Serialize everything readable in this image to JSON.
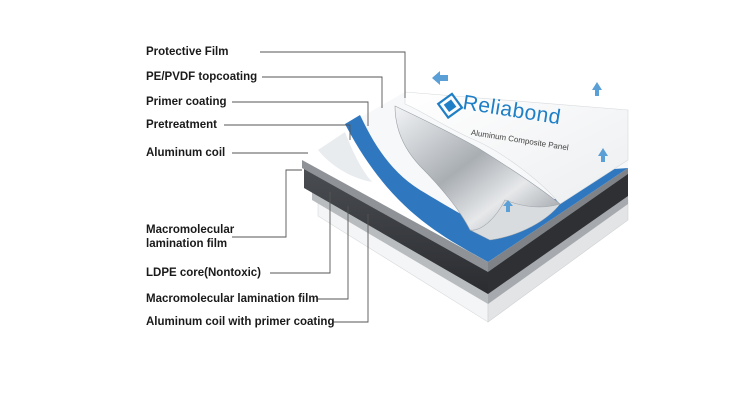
{
  "labels": {
    "protective_film": "Protective Film",
    "pe_pvdf_topcoating": "PE/PVDF topcoating",
    "primer_coating": "Primer coating",
    "pretreatment": "Pretreatment",
    "aluminum_coil": "Aluminum coil",
    "macromolecular_lamination_film_1_line1": "Macromolecular",
    "macromolecular_lamination_film_1_line2": "lamination film",
    "ldpe_core": "LDPE core(Nontoxic)",
    "macromolecular_lamination_film_2": "Macromolecular lamination film",
    "aluminum_coil_primer": "Aluminum coil with primer coating"
  },
  "brand": {
    "name": "Reliabond",
    "tagline": "Aluminum Composite Panel"
  },
  "colors": {
    "brand_blue": "#1f7fc6",
    "coating_blue": "#2f78c0",
    "core_dark": "#3a3d42",
    "silver": "#c9cdd1",
    "leader_line": "#555555"
  }
}
